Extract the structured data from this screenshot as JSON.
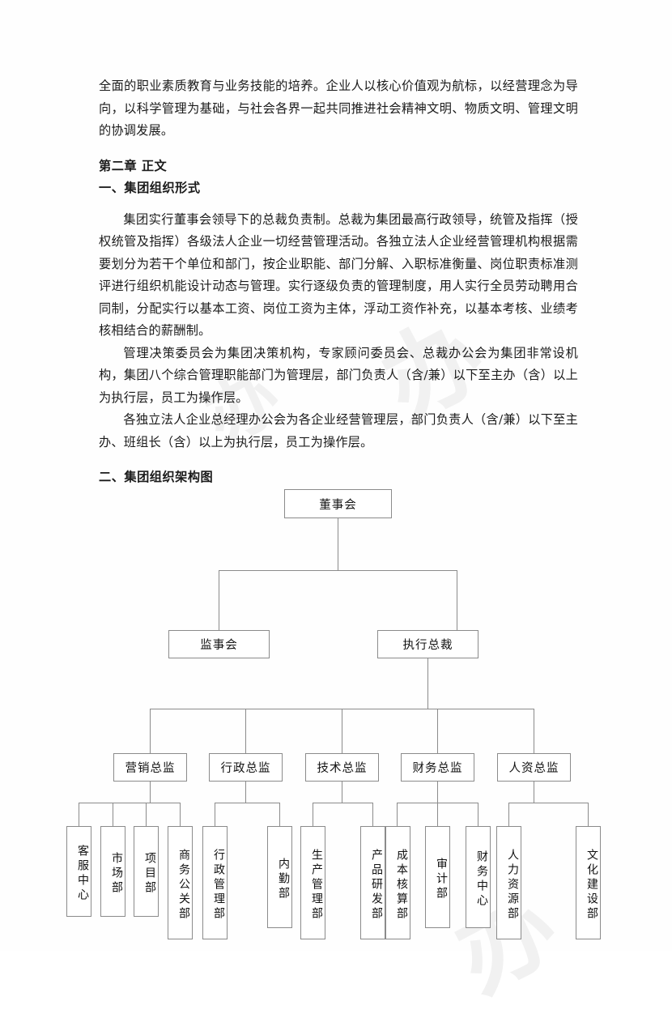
{
  "document": {
    "body_paragraphs": [
      "全面的职业素质教育与业务技能的培养。企业人以核心价值观为航标，以经营理念为导向，以科学管理为基础，与社会各界一起共同推进社会精神文明、物质文明、管理文明的协调发展。"
    ],
    "chapter_heading": "第二章  正文",
    "section_one_heading": "一、集团组织形式",
    "section_one_paragraphs": [
      "集团实行董事会领导下的总裁负责制。总裁为集团最高行政领导，统管及指挥（授权统管及指挥）各级法人企业一切经营管理活动。各独立法人企业经营管理机构根据需要划分为若干个单位和部门，按企业职能、部门分解、入职标准衡量、岗位职责标准测评进行组织机能设计动态与管理。实行逐级负责的管理制度，用人实行全员劳动聘用合同制，分配实行以基本工资、岗位工资为主体，浮动工资作补充，以基本考核、业绩考核相结合的薪酬制。",
      "管理决策委员会为集团决策机构，专家顾问委员会、总裁办公会为集团非常设机构，集团八个综合管理职能部门为管理层，部门负责人（含/兼）以下至主办（含）以上为执行层，员工为操作层。",
      "各独立法人企业总经理办公会为各企业经营管理层，部门负责人（含/兼）以下至主办、班组长（含）以上为执行层，员工为操作层。"
    ],
    "section_two_heading": "二、集团组织架构图"
  },
  "org_chart": {
    "root": "董事会",
    "level2": [
      "监事会",
      "执行总裁"
    ],
    "directors": [
      "营销总监",
      "行政总监",
      "技术总监",
      "财务总监",
      "人资总监"
    ],
    "departments": [
      "客服中心",
      "市场部",
      "项目部",
      "商务公关部",
      "行政管理部",
      "内勤部",
      "生产管理部",
      "产品研发部",
      "成本核算部",
      "审计部",
      "财务中心",
      "人力资源部",
      "文化建设部"
    ]
  },
  "watermark": {
    "mark_a": "办",
    "mark_b": "办",
    "mark_c": "办"
  },
  "colors": {
    "page_background": "#ffffff",
    "text": "#1a1a1a",
    "box_border": "#8b8b8b",
    "watermark": "#f1f1f1"
  }
}
